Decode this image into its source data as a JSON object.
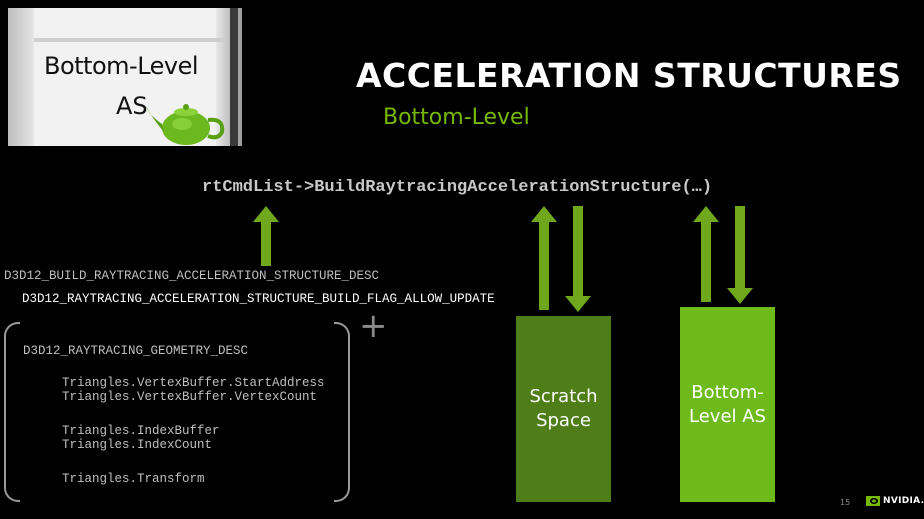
{
  "thumbnail": {
    "line1": "Bottom-Level",
    "line2": "AS"
  },
  "header": {
    "title": "ACCELERATION STRUCTURES",
    "subtitle": "Bottom-Level"
  },
  "call": "rtCmdList->BuildRaytracingAccelerationStructure(…)",
  "desc": {
    "struct_name": "D3D12_BUILD_RAYTRACING_ACCELERATION_STRUCTURE_DESC",
    "flag": "D3D12_RAYTRACING_ACCELERATION_STRUCTURE_BUILD_FLAG_ALLOW_UPDATE",
    "geometry_desc": "D3D12_RAYTRACING_GEOMETRY_DESC",
    "fields": [
      "Triangles.VertexBuffer.StartAddress",
      "Triangles.VertexBuffer.VertexCount",
      "Triangles.IndexBuffer",
      "Triangles.IndexCount",
      "Triangles.Transform"
    ]
  },
  "plus": "+",
  "boxes": {
    "scratch": "Scratch\nSpace",
    "blas": "Bottom-\nLevel AS"
  },
  "footer": {
    "page": "15",
    "logo": "NVIDIA."
  },
  "colors": {
    "accent": "#76b900",
    "scratch_box": "#4f7d17",
    "blas_box": "#6fba1b",
    "arrow": "#6fa81c"
  }
}
